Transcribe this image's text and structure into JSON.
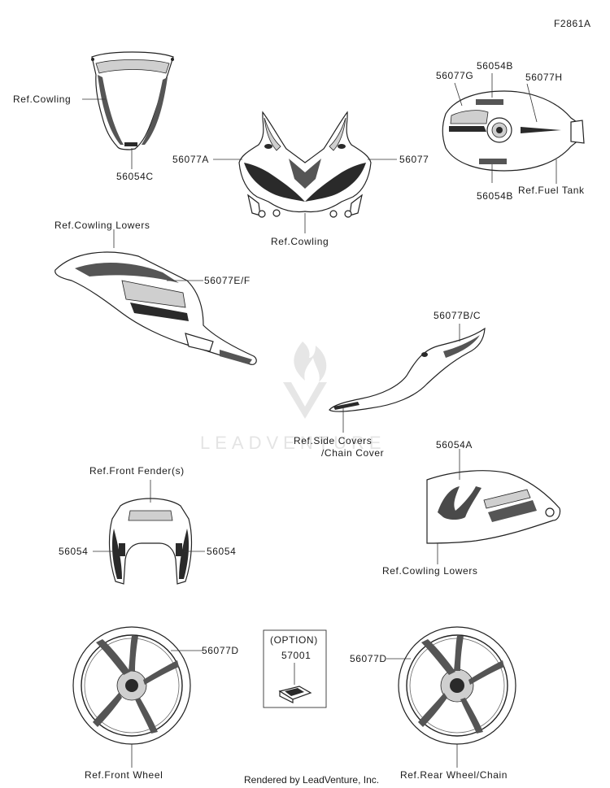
{
  "diagram_code": "F2861A",
  "watermark": "LEADVENTURE",
  "footer": "Rendered by LeadVenture, Inc.",
  "labels": {
    "windshield_ref": "Ref.Cowling",
    "windshield_part": "56054C",
    "cowl_left": "56077A",
    "cowl_right": "56077",
    "cowl_ref": "Ref.Cowling",
    "tank_g": "56077G",
    "tank_b_top": "56054B",
    "tank_h": "56077H",
    "tank_b_bottom": "56054B",
    "tank_ref": "Ref.Fuel Tank",
    "lower_ref_top": "Ref.Cowling Lowers",
    "lower_part": "56077E/F",
    "side_part": "56077B/C",
    "side_ref_1": "Ref.Side Covers",
    "side_ref_2": "/Chain Cover",
    "ninja_part": "56054A",
    "ninja_ref": "Ref.Cowling Lowers",
    "fender_ref": "Ref.Front Fender(s)",
    "fender_left": "56054",
    "fender_right": "56054",
    "option_title": "(OPTION)",
    "option_part": "57001",
    "front_wheel_part": "56077D",
    "front_wheel_ref": "Ref.Front Wheel",
    "rear_wheel_part": "56077D",
    "rear_wheel_ref": "Ref.Rear Wheel/Chain"
  }
}
